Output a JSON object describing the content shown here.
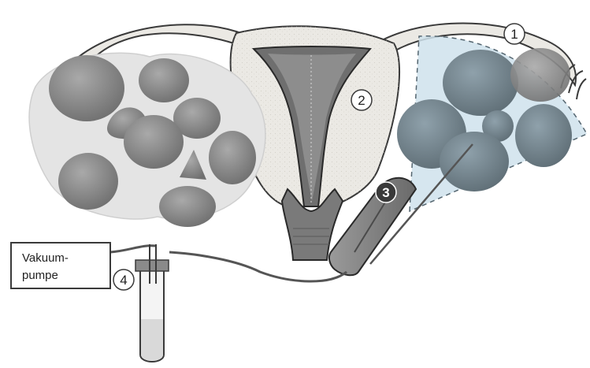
{
  "labels": {
    "pump": [
      "Vakuum-",
      "pumpe"
    ],
    "markers": [
      "1",
      "2",
      "3",
      "4"
    ]
  },
  "colors": {
    "tissue": "#ebe9e4",
    "outline": "#3a3a3a",
    "follicle": "#8d8d8d",
    "follicle_dark": "#6e6e6e",
    "ovary_bg": "#e4e4e4",
    "ultrasound_sector": "#cfe2ec",
    "probe": "#7f7f7f",
    "fluid": "#d9d9d9"
  }
}
